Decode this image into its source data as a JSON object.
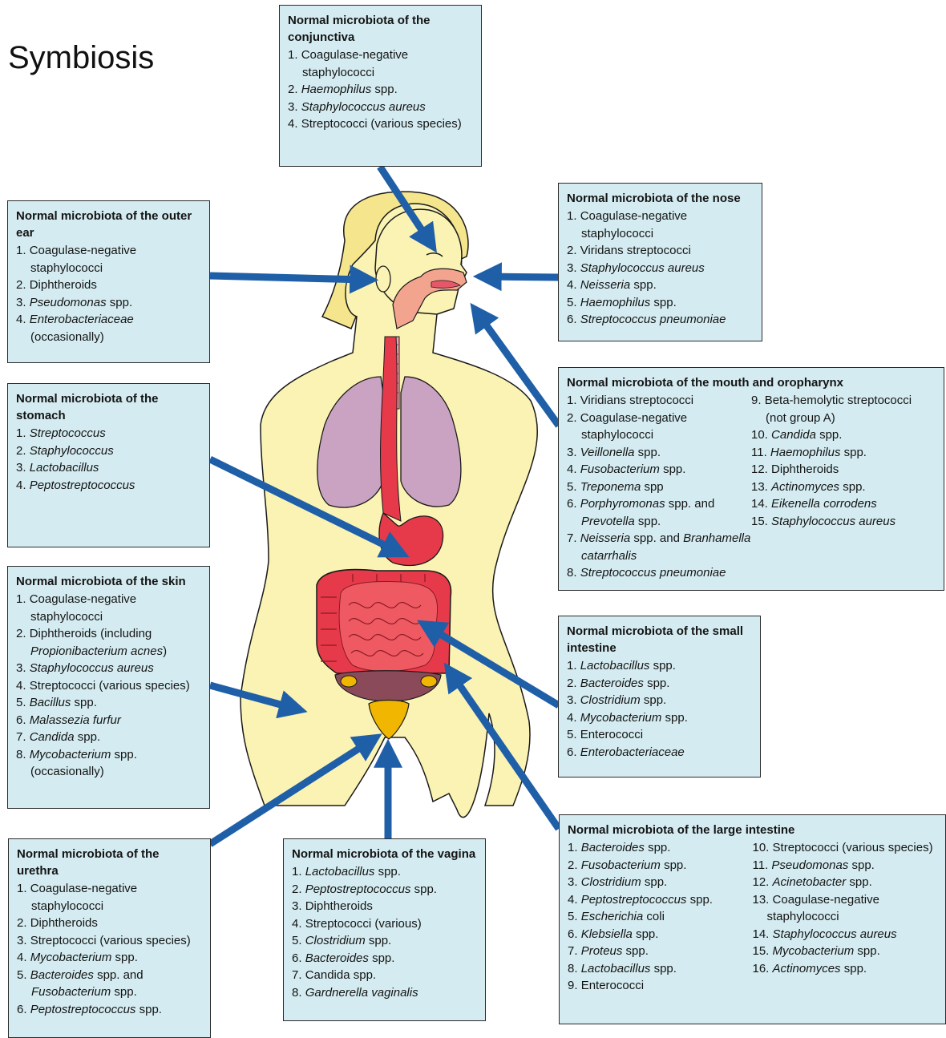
{
  "title": "Symbiosis",
  "boxes": {
    "conjunctiva": {
      "heading": "Normal microbiota of the conjunctiva",
      "items": [
        {
          "n": "1. ",
          "parts": [
            {
              "t": "Coagulase-negative staphylococci",
              "i": false
            }
          ]
        },
        {
          "n": "2. ",
          "parts": [
            {
              "t": "Haemophilus",
              "i": true
            },
            {
              "t": " spp.",
              "i": false
            }
          ]
        },
        {
          "n": "3. ",
          "parts": [
            {
              "t": "Staphylococcus aureus",
              "i": true
            }
          ]
        },
        {
          "n": "4. ",
          "parts": [
            {
              "t": "Streptococci (various species)",
              "i": false
            }
          ]
        }
      ]
    },
    "nose": {
      "heading": "Normal microbiota of the nose",
      "items": [
        {
          "n": "1. ",
          "parts": [
            {
              "t": "Coagulase-negative staphylococci",
              "i": false
            }
          ]
        },
        {
          "n": "2. ",
          "parts": [
            {
              "t": "Viridans streptococci",
              "i": false
            }
          ]
        },
        {
          "n": "3. ",
          "parts": [
            {
              "t": "Staphylococcus aureus",
              "i": true
            }
          ]
        },
        {
          "n": "4. ",
          "parts": [
            {
              "t": "Neisseria",
              "i": true
            },
            {
              "t": " spp.",
              "i": false
            }
          ]
        },
        {
          "n": "5. ",
          "parts": [
            {
              "t": "Haemophilus",
              "i": true
            },
            {
              "t": " spp.",
              "i": false
            }
          ]
        },
        {
          "n": "6. ",
          "parts": [
            {
              "t": "Streptococcus pneumoniae",
              "i": true
            }
          ]
        }
      ]
    },
    "outer_ear": {
      "heading": "Normal microbiota of the outer ear",
      "items": [
        {
          "n": "1. ",
          "parts": [
            {
              "t": "Coagulase-negative staphylococci",
              "i": false
            }
          ]
        },
        {
          "n": "2. ",
          "parts": [
            {
              "t": "Diphtheroids",
              "i": false
            }
          ]
        },
        {
          "n": "3. ",
          "parts": [
            {
              "t": "Pseudomonas",
              "i": true
            },
            {
              "t": " spp.",
              "i": false
            }
          ]
        },
        {
          "n": "4. ",
          "parts": [
            {
              "t": "Enterobacteriaceae",
              "i": true
            },
            {
              "t": " (occasionally)",
              "i": false
            }
          ]
        }
      ]
    },
    "stomach": {
      "heading": "Normal microbiota of the stomach",
      "items": [
        {
          "n": "1. ",
          "parts": [
            {
              "t": "Streptococcus",
              "i": true
            }
          ]
        },
        {
          "n": "2. ",
          "parts": [
            {
              "t": "Staphylococcus",
              "i": true
            }
          ]
        },
        {
          "n": "3. ",
          "parts": [
            {
              "t": "Lactobacillus",
              "i": true
            }
          ]
        },
        {
          "n": "4. ",
          "parts": [
            {
              "t": "Peptostreptococcus",
              "i": true
            }
          ]
        }
      ]
    },
    "mouth": {
      "heading": "Normal microbiota of the mouth and oropharynx",
      "col1": [
        {
          "n": "1. ",
          "parts": [
            {
              "t": "Viridians streptococci",
              "i": false
            }
          ]
        },
        {
          "n": "2. ",
          "parts": [
            {
              "t": "Coagulase-negative staphylococci",
              "i": false
            }
          ]
        },
        {
          "n": "3. ",
          "parts": [
            {
              "t": "Veillonella",
              "i": true
            },
            {
              "t": " spp.",
              "i": false
            }
          ]
        },
        {
          "n": "4. ",
          "parts": [
            {
              "t": "Fusobacterium",
              "i": true
            },
            {
              "t": " spp.",
              "i": false
            }
          ]
        },
        {
          "n": "5. ",
          "parts": [
            {
              "t": "Treponema",
              "i": true
            },
            {
              "t": " spp",
              "i": false
            }
          ]
        },
        {
          "n": "6. ",
          "parts": [
            {
              "t": "Porphyromonas",
              "i": true
            },
            {
              "t": " spp. and ",
              "i": false
            },
            {
              "t": "Prevotella",
              "i": true
            },
            {
              "t": " spp.",
              "i": false
            }
          ]
        },
        {
          "n": "7. ",
          "parts": [
            {
              "t": "Neisseria",
              "i": true
            },
            {
              "t": " spp. and ",
              "i": false
            },
            {
              "t": "Branhamella catarrhalis",
              "i": true
            }
          ]
        },
        {
          "n": "8. ",
          "parts": [
            {
              "t": "Streptococcus pneumoniae",
              "i": true
            }
          ]
        }
      ],
      "col2": [
        {
          "n": "9. ",
          "parts": [
            {
              "t": "Beta-hemolytic streptococci (not group A)",
              "i": false
            }
          ]
        },
        {
          "n": "10. ",
          "parts": [
            {
              "t": "Candida",
              "i": true
            },
            {
              "t": " spp.",
              "i": false
            }
          ]
        },
        {
          "n": "11. ",
          "parts": [
            {
              "t": "Haemophilus",
              "i": true
            },
            {
              "t": " spp.",
              "i": false
            }
          ]
        },
        {
          "n": "12. ",
          "parts": [
            {
              "t": "Diphtheroids",
              "i": false
            }
          ]
        },
        {
          "n": "13. ",
          "parts": [
            {
              "t": "Actinomyces",
              "i": true
            },
            {
              "t": " spp.",
              "i": false
            }
          ]
        },
        {
          "n": "14. ",
          "parts": [
            {
              "t": "Eikenella corrodens",
              "i": true
            }
          ]
        },
        {
          "n": "15. ",
          "parts": [
            {
              "t": "Staphylococcus aureus",
              "i": true
            }
          ]
        }
      ]
    },
    "skin": {
      "heading": "Normal microbiota of the skin",
      "items": [
        {
          "n": "1. ",
          "parts": [
            {
              "t": "Coagulase-negative staphylococci",
              "i": false
            }
          ]
        },
        {
          "n": "2. ",
          "parts": [
            {
              "t": "Diphtheroids (including ",
              "i": false
            },
            {
              "t": "Propionibacterium acnes",
              "i": true
            },
            {
              "t": ")",
              "i": false
            }
          ]
        },
        {
          "n": "3. ",
          "parts": [
            {
              "t": "Staphylococcus aureus",
              "i": true
            }
          ]
        },
        {
          "n": "4. ",
          "parts": [
            {
              "t": "Streptococci (various species)",
              "i": false
            }
          ]
        },
        {
          "n": "5. ",
          "parts": [
            {
              "t": "Bacillus",
              "i": true
            },
            {
              "t": " spp.",
              "i": false
            }
          ]
        },
        {
          "n": "6. ",
          "parts": [
            {
              "t": "Malassezia furfur",
              "i": true
            }
          ]
        },
        {
          "n": "7. ",
          "parts": [
            {
              "t": "Candida",
              "i": true
            },
            {
              "t": " spp.",
              "i": false
            }
          ]
        },
        {
          "n": "8. ",
          "parts": [
            {
              "t": "Mycobacterium",
              "i": true
            },
            {
              "t": " spp. (occasionally)",
              "i": false
            }
          ]
        }
      ]
    },
    "small_intestine": {
      "heading": "Normal microbiota of the small intestine",
      "items": [
        {
          "n": "1. ",
          "parts": [
            {
              "t": "Lactobacillus",
              "i": true
            },
            {
              "t": " spp.",
              "i": false
            }
          ]
        },
        {
          "n": "2. ",
          "parts": [
            {
              "t": "Bacteroides",
              "i": true
            },
            {
              "t": " spp.",
              "i": false
            }
          ]
        },
        {
          "n": "3. ",
          "parts": [
            {
              "t": "Clostridium",
              "i": true
            },
            {
              "t": " spp.",
              "i": false
            }
          ]
        },
        {
          "n": "4. ",
          "parts": [
            {
              "t": "Mycobacterium",
              "i": true
            },
            {
              "t": " spp.",
              "i": false
            }
          ]
        },
        {
          "n": "5. ",
          "parts": [
            {
              "t": "Enterococci",
              "i": false
            }
          ]
        },
        {
          "n": "6. ",
          "parts": [
            {
              "t": "Enterobacteriaceae",
              "i": true
            }
          ]
        }
      ]
    },
    "large_intestine": {
      "heading": "Normal microbiota of the large intestine",
      "col1": [
        {
          "n": "1. ",
          "parts": [
            {
              "t": "Bacteroides",
              "i": true
            },
            {
              "t": " spp.",
              "i": false
            }
          ]
        },
        {
          "n": "2. ",
          "parts": [
            {
              "t": "Fusobacterium",
              "i": true
            },
            {
              "t": " spp.",
              "i": false
            }
          ]
        },
        {
          "n": "3. ",
          "parts": [
            {
              "t": "Clostridium",
              "i": true
            },
            {
              "t": " spp.",
              "i": false
            }
          ]
        },
        {
          "n": "4. ",
          "parts": [
            {
              "t": "Peptostreptococcus",
              "i": true
            },
            {
              "t": " spp.",
              "i": false
            }
          ]
        },
        {
          "n": "5. ",
          "parts": [
            {
              "t": "Escherichia",
              "i": true
            },
            {
              "t": " coli",
              "i": false
            }
          ]
        },
        {
          "n": "6. ",
          "parts": [
            {
              "t": "Klebsiella",
              "i": true
            },
            {
              "t": " spp.",
              "i": false
            }
          ]
        },
        {
          "n": "7. ",
          "parts": [
            {
              "t": "Proteus",
              "i": true
            },
            {
              "t": " spp.",
              "i": false
            }
          ]
        },
        {
          "n": "8. ",
          "parts": [
            {
              "t": "Lactobacillus",
              "i": true
            },
            {
              "t": " spp.",
              "i": false
            }
          ]
        },
        {
          "n": "9. ",
          "parts": [
            {
              "t": "Enterococci",
              "i": false
            }
          ]
        }
      ],
      "col2": [
        {
          "n": "10. ",
          "parts": [
            {
              "t": "Streptococci (various species)",
              "i": false
            }
          ]
        },
        {
          "n": "11. ",
          "parts": [
            {
              "t": "Pseudomonas",
              "i": true
            },
            {
              "t": " spp.",
              "i": false
            }
          ]
        },
        {
          "n": "12. ",
          "parts": [
            {
              "t": "Acinetobacter",
              "i": true
            },
            {
              "t": " spp.",
              "i": false
            }
          ]
        },
        {
          "n": "13. ",
          "parts": [
            {
              "t": "Coagulase-negative staphylococci",
              "i": false
            }
          ]
        },
        {
          "n": "14. ",
          "parts": [
            {
              "t": "Staphylococcus aureus",
              "i": true
            }
          ]
        },
        {
          "n": "15. ",
          "parts": [
            {
              "t": "Mycobacterium",
              "i": true
            },
            {
              "t": " spp.",
              "i": false
            }
          ]
        },
        {
          "n": "16. ",
          "parts": [
            {
              "t": "Actinomyces",
              "i": true
            },
            {
              "t": " spp.",
              "i": false
            }
          ]
        }
      ]
    },
    "urethra": {
      "heading": "Normal microbiota of the urethra",
      "items": [
        {
          "n": "1. ",
          "parts": [
            {
              "t": "Coagulase-negative staphylococci",
              "i": false
            }
          ]
        },
        {
          "n": "2. ",
          "parts": [
            {
              "t": "Diphtheroids",
              "i": false
            }
          ]
        },
        {
          "n": "3. ",
          "parts": [
            {
              "t": "Streptococci (various species)",
              "i": false
            }
          ]
        },
        {
          "n": "4. ",
          "parts": [
            {
              "t": "Mycobacterium",
              "i": true
            },
            {
              "t": " spp.",
              "i": false
            }
          ]
        },
        {
          "n": "5. ",
          "parts": [
            {
              "t": "Bacteroides",
              "i": true
            },
            {
              "t": " spp. and ",
              "i": false
            },
            {
              "t": "Fusobacterium",
              "i": true
            },
            {
              "t": " spp.",
              "i": false
            }
          ]
        },
        {
          "n": "6. ",
          "parts": [
            {
              "t": "Peptostreptococcus",
              "i": true
            },
            {
              "t": " spp.",
              "i": false
            }
          ]
        }
      ]
    },
    "vagina": {
      "heading": "Normal microbiota of the vagina",
      "items": [
        {
          "n": "1. ",
          "parts": [
            {
              "t": "Lactobacillus",
              "i": true
            },
            {
              "t": " spp.",
              "i": false
            }
          ]
        },
        {
          "n": "2. ",
          "parts": [
            {
              "t": "Peptostreptococcus",
              "i": true
            },
            {
              "t": " spp.",
              "i": false
            }
          ]
        },
        {
          "n": "3. ",
          "parts": [
            {
              "t": "Diphtheroids",
              "i": false
            }
          ]
        },
        {
          "n": "4. ",
          "parts": [
            {
              "t": "Streptococci (various)",
              "i": false
            }
          ]
        },
        {
          "n": "5. ",
          "parts": [
            {
              "t": "Clostridium",
              "i": true
            },
            {
              "t": " spp.",
              "i": false
            }
          ]
        },
        {
          "n": "6. ",
          "parts": [
            {
              "t": "Bacteroides",
              "i": true
            },
            {
              "t": " spp.",
              "i": false
            }
          ]
        },
        {
          "n": "7. ",
          "parts": [
            {
              "t": "Candida",
              "i": false
            },
            {
              "t": " spp.",
              "i": false
            }
          ]
        },
        {
          "n": "8. ",
          "parts": [
            {
              "t": "Gardnerella vaginalis",
              "i": true
            }
          ]
        }
      ]
    }
  },
  "colors": {
    "box_fill": "#d4ecf1",
    "arrow": "#1f5fa8",
    "body_skin": "#fbf3b4",
    "hair": "#f5e58d",
    "lungs": "#c9a3c1",
    "digestive": "#e63a4a",
    "bladder": "#f1b600",
    "pelvis": "#8a4a5a"
  }
}
